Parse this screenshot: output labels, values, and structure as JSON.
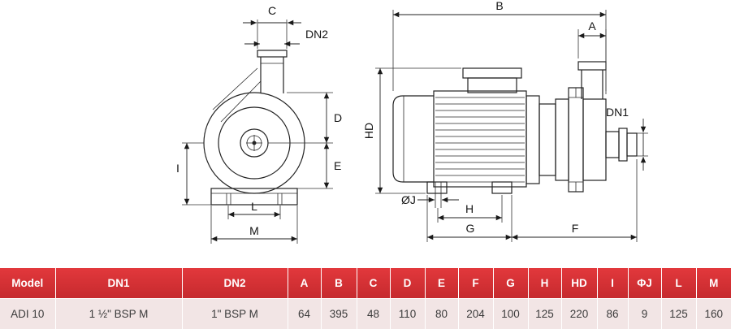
{
  "drawing": {
    "labels": {
      "c": "C",
      "dn2": "DN2",
      "d": "D",
      "e": "E",
      "i": "I",
      "l": "L",
      "m": "M",
      "b": "B",
      "a": "A",
      "hd": "HD",
      "dn1": "DN1",
      "oj": "ØJ",
      "h": "H",
      "g": "G",
      "f": "F"
    }
  },
  "table": {
    "headers": [
      "Model",
      "DN1",
      "DN2",
      "A",
      "B",
      "C",
      "D",
      "E",
      "F",
      "G",
      "H",
      "HD",
      "I",
      "ΦJ",
      "L",
      "M"
    ],
    "row": [
      "ADI 10",
      "1 ½\" BSP M",
      "1\" BSP M",
      "64",
      "395",
      "48",
      "110",
      "80",
      "204",
      "100",
      "125",
      "220",
      "86",
      "9",
      "125",
      "160"
    ]
  },
  "colors": {
    "header_red": "#c62a2e",
    "header_red_light": "#e2383c",
    "row_pink": "#f2e5e5"
  }
}
